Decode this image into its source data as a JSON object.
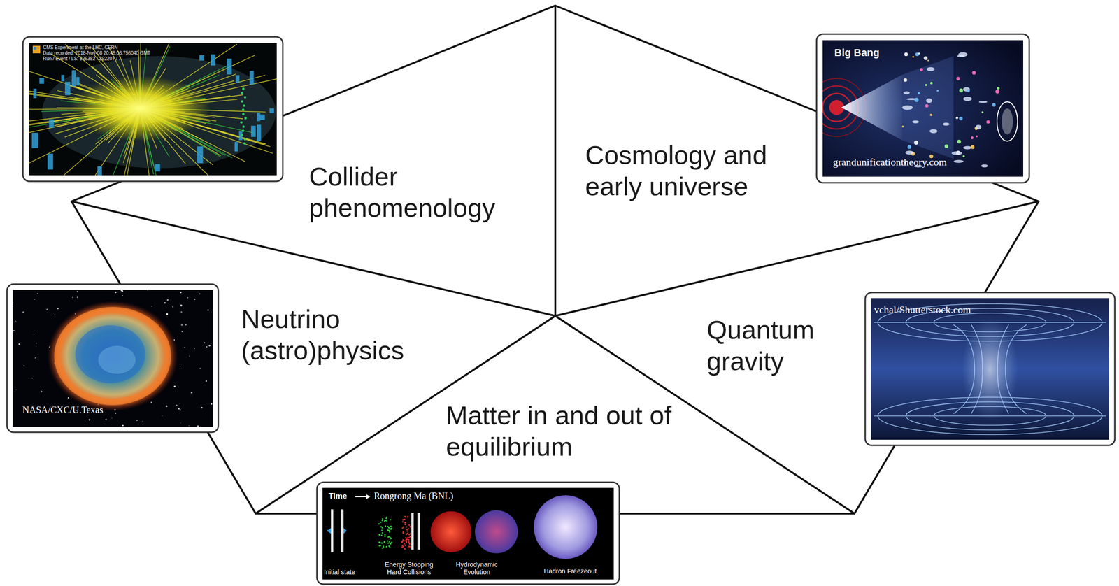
{
  "diagram": {
    "nodes": [
      {
        "text": [
          "Collider phenomenology"
        ]
      },
      {
        "text": [
          "Cosmology and early universe"
        ]
      },
      {
        "text": [
          "Neutrino (astro)physics"
        ]
      },
      {
        "text": [
          "Quantum gravity"
        ]
      },
      {
        "text": [
          "Matter in and out of equilibrium"
        ]
      }
    ],
    "labels": [
      "CMS Experiment at the LHC, CERN",
      "Data recorded: 2018-Nov-08 20:48:06.756040 GMT",
      "Run / Event / LS: 326382 / 392207 / 7",
      "Big Bang",
      "grandunificationtheory.com",
      "NASA/CXC/U.Texas",
      "vchal/Shutterstock.com",
      "Time",
      "Rongrong Ma (BNL)",
      "Initial state",
      "Energy Stopping Hard Collisions",
      "Hydrodynamic Evolution",
      "Hadron Freezeout"
    ]
  }
}
